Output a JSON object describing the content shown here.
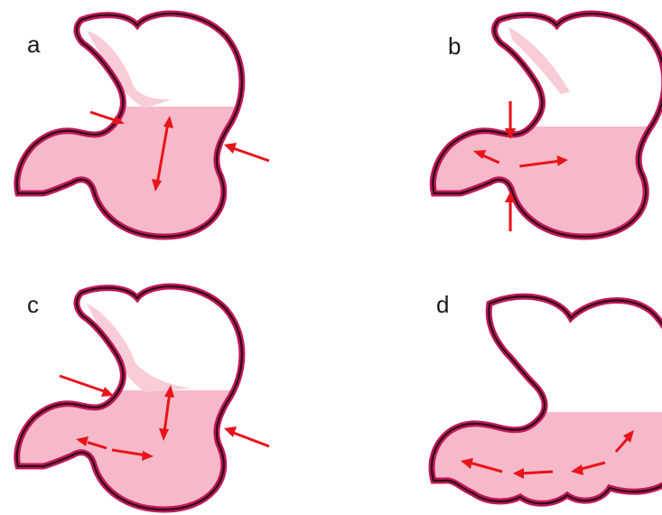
{
  "panels": [
    {
      "label": "a"
    },
    {
      "label": "b"
    },
    {
      "label": "c"
    },
    {
      "label": "d"
    }
  ],
  "colors": {
    "stomach_wall": "#c2185b",
    "outline": "#2b0d15",
    "contents": "#f6b9c9",
    "contents_light": "#f9cdd8",
    "arrow": "#e8141c",
    "background": "#ffffff"
  }
}
